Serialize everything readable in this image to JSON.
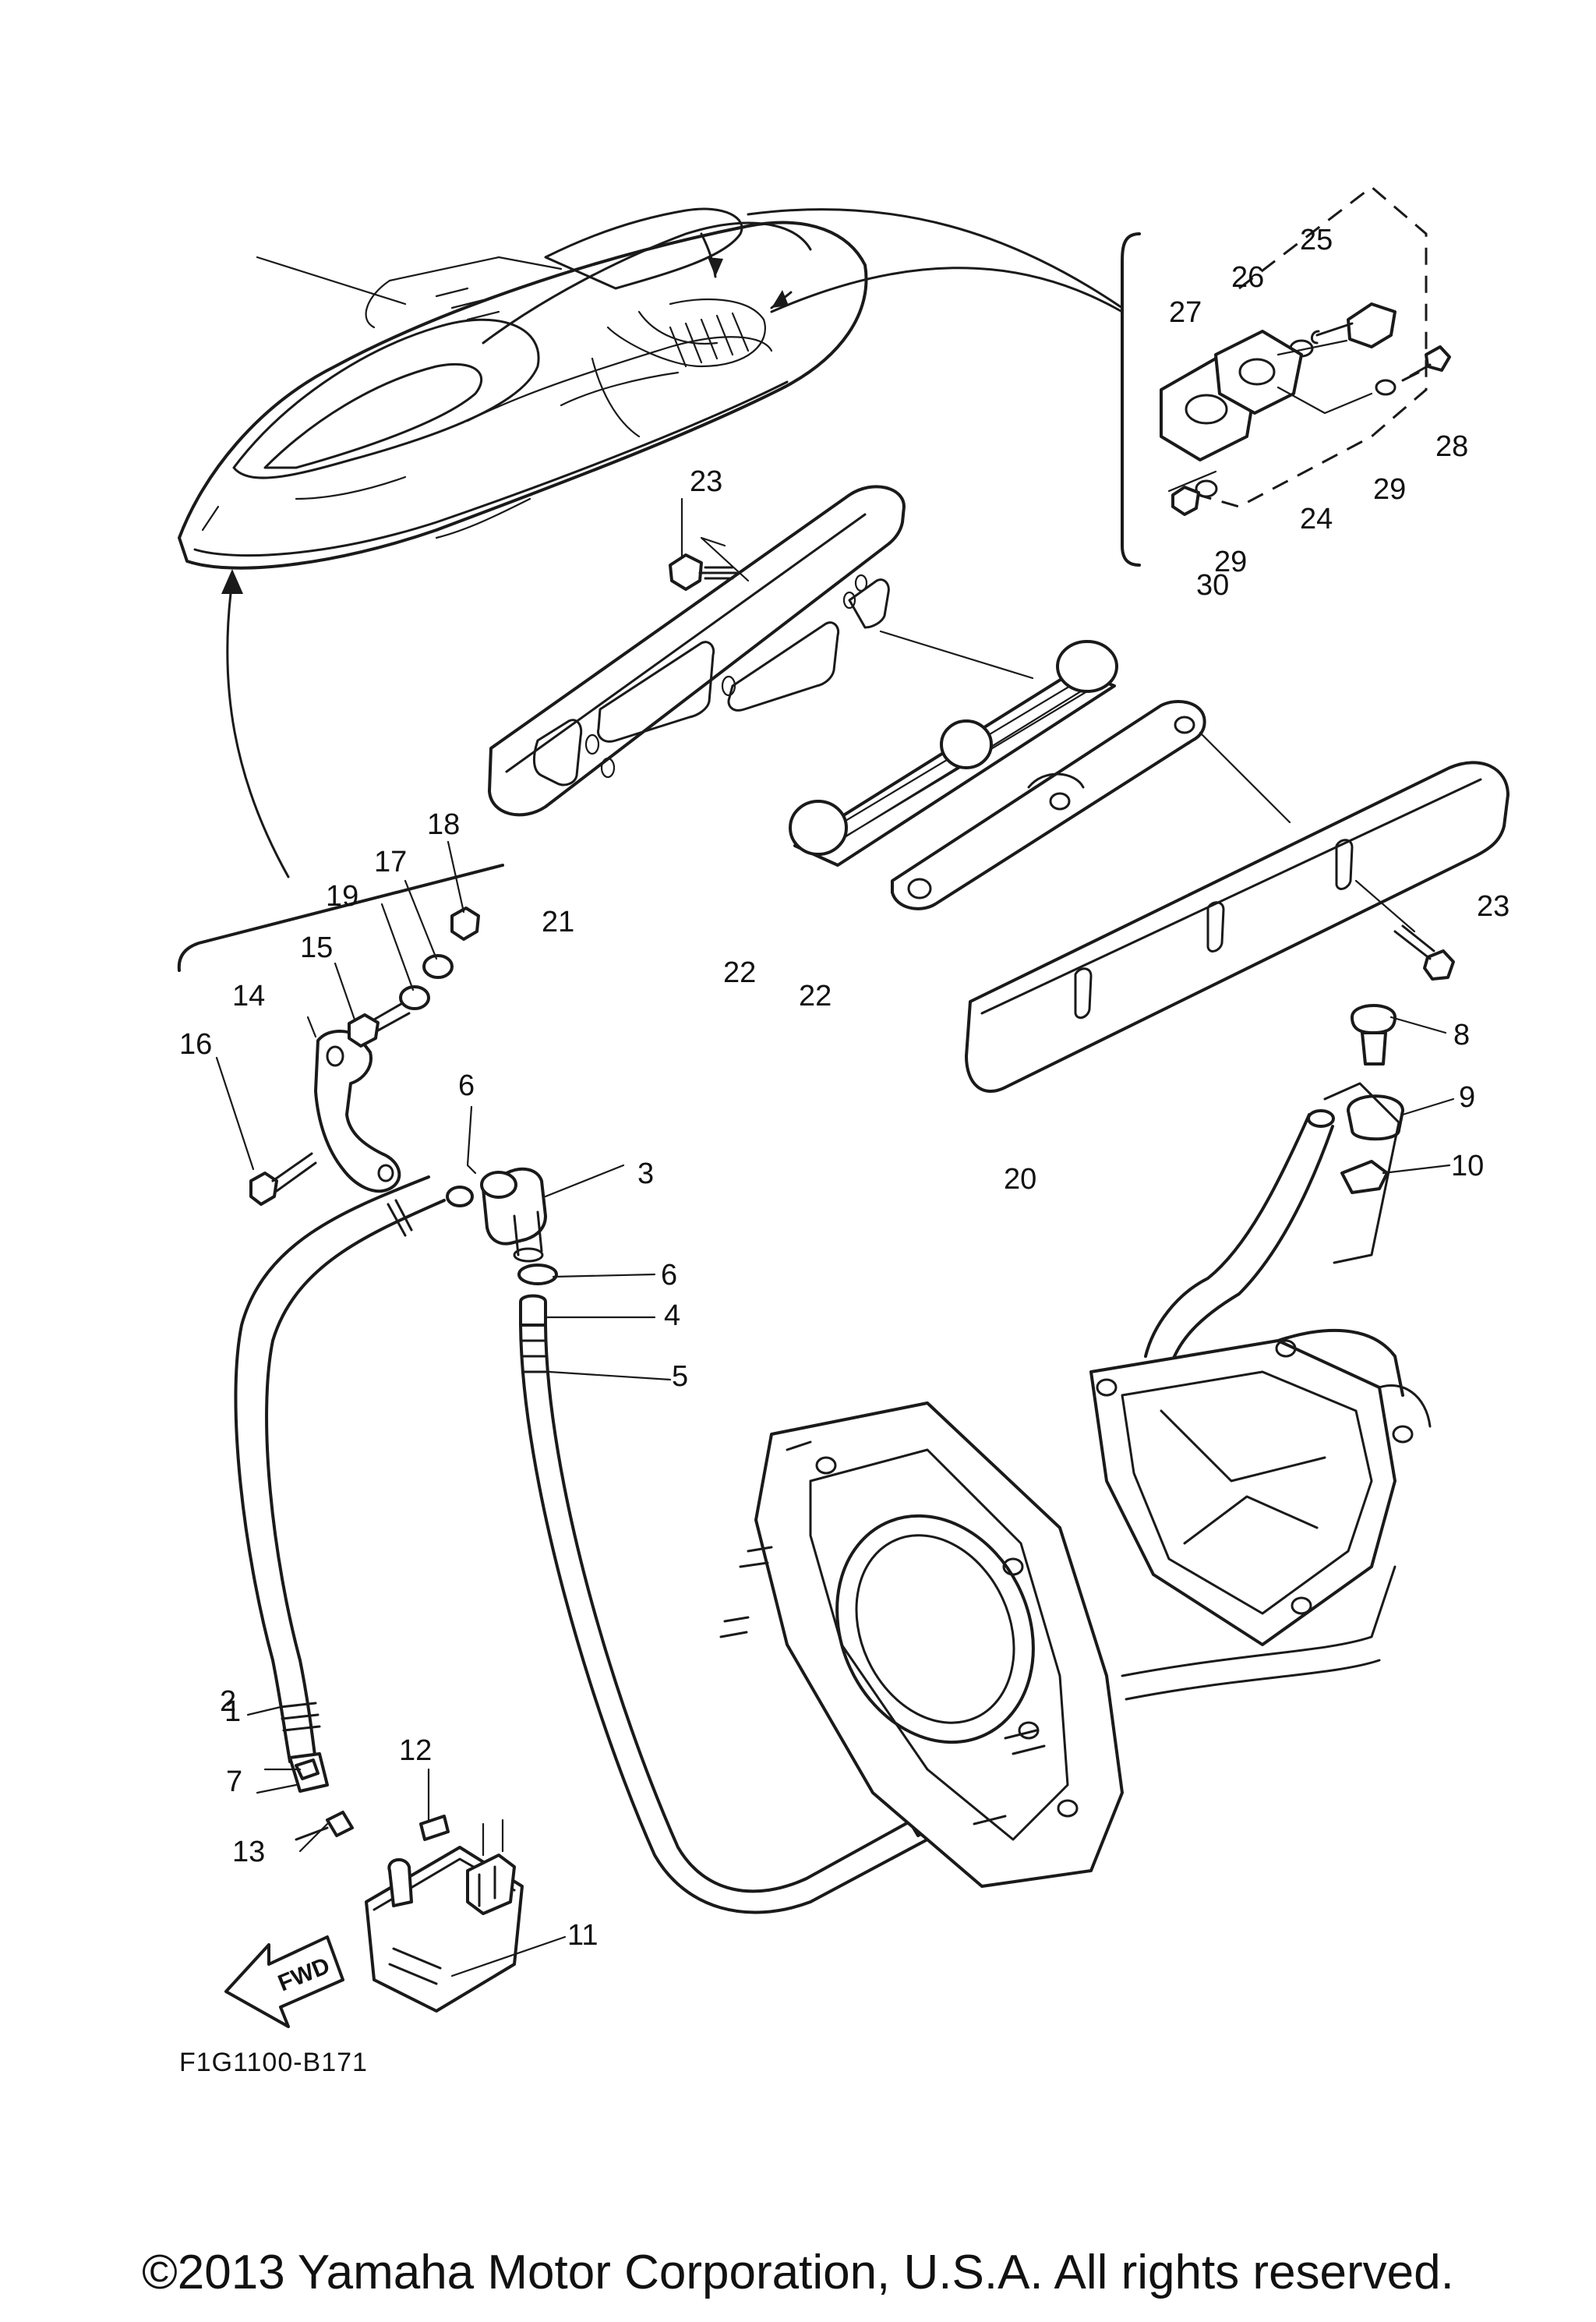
{
  "diagram": {
    "callouts": {
      "c1": "1",
      "c2": "2",
      "c3": "3",
      "c4": "4",
      "c5": "5",
      "c6a": "6",
      "c6b": "6",
      "c7": "7",
      "c8": "8",
      "c9": "9",
      "c10": "10",
      "c11": "11",
      "c12": "12",
      "c13": "13",
      "c14": "14",
      "c15": "15",
      "c16": "16",
      "c17": "17",
      "c18": "18",
      "c19": "19",
      "c20": "20",
      "c21": "21",
      "c22a": "22",
      "c22b": "22",
      "c23a": "23",
      "c23b": "23",
      "c24": "24",
      "c25": "25",
      "c26": "26",
      "c27": "27",
      "c28": "28",
      "c29a": "29",
      "c29b": "29",
      "c30": "30"
    },
    "fwd_label": "FWD",
    "diagram_code": "F1G1100-B171"
  },
  "footer": {
    "copyright": "©2013 Yamaha Motor Corporation, U.S.A. All rights reserved."
  }
}
